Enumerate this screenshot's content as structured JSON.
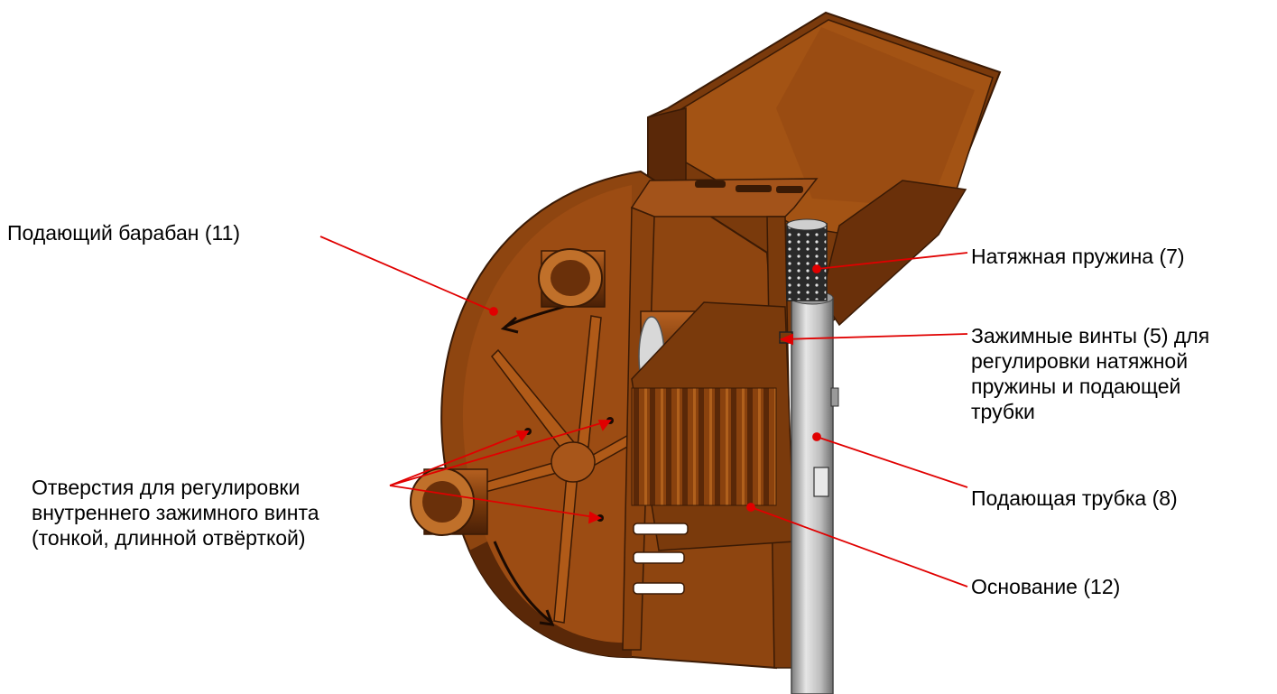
{
  "colors": {
    "body_light": "#9a4a10",
    "body_mid": "#7a3a0c",
    "body_dark": "#4e2206",
    "tube": "#b8b8b8",
    "leader": "#e00000"
  },
  "labels": {
    "feed_drum": [
      "Подающий барабан (11)"
    ],
    "adjust_holes": [
      "Отверстия для регулировки",
      "внутреннего зажимного винта",
      "(тонкой, длинной отвёрткой)"
    ],
    "tension_spring": [
      "Натяжная пружина (7)"
    ],
    "clamp_screws": [
      "Зажимные винты (5) для",
      "регулировки натяжной",
      "пружины и подающей",
      "трубки"
    ],
    "feed_tube": [
      "Подающая трубка (8)"
    ],
    "base": [
      "Основание (12)"
    ]
  }
}
